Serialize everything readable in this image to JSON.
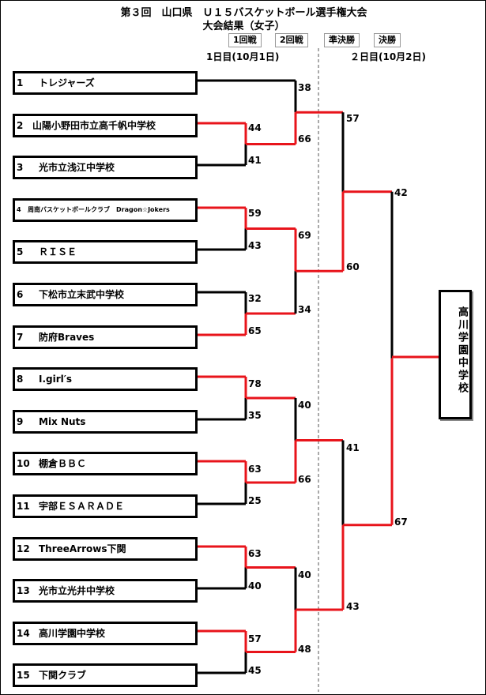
{
  "header": {
    "title": "第３回　山口県　Ｕ１５バスケットボール選手権大会",
    "subtitle": "大会結果（女子）"
  },
  "rounds": {
    "r1": "1回戦",
    "r2": "2回戦",
    "semi": "準決勝",
    "final": "決勝"
  },
  "days": {
    "day1": "1日目(10月1日)",
    "day2": "２日目(10月2日)"
  },
  "teams": [
    {
      "num": "1",
      "name": "トレジャーズ"
    },
    {
      "num": "2",
      "name": "山陽小野田市立高千帆中学校"
    },
    {
      "num": "3",
      "name": "光市立浅江中学校"
    },
    {
      "num": "4",
      "name": "周南バスケットボールクラブ　Dragon☆Jokers"
    },
    {
      "num": "5",
      "name": "ＲＩＳＥ"
    },
    {
      "num": "6",
      "name": "下松市立末武中学校"
    },
    {
      "num": "7",
      "name": "防府Braves"
    },
    {
      "num": "8",
      "name": "I.girl′s"
    },
    {
      "num": "9",
      "name": "Mix Nuts"
    },
    {
      "num": "10",
      "name": "棚倉ＢＢＣ"
    },
    {
      "num": "11",
      "name": "宇部ＥＳＡＲＡＤＥ"
    },
    {
      "num": "12",
      "name": "ThreeArrows下関"
    },
    {
      "num": "13",
      "name": "光市立光井中学校"
    },
    {
      "num": "14",
      "name": "高川学園中学校"
    },
    {
      "num": "15",
      "name": "下関クラブ"
    }
  ],
  "scores": {
    "r1": [
      "44",
      "41",
      "59",
      "43",
      "32",
      "65",
      "78",
      "35",
      "63",
      "25",
      "63",
      "40",
      "57",
      "45"
    ],
    "r2": [
      "38",
      "66",
      "69",
      "34",
      "40",
      "66",
      "40",
      "48"
    ],
    "semi": [
      "57",
      "60",
      "41",
      "43"
    ],
    "final": [
      "42",
      "67"
    ]
  },
  "champion": "高川学園中学校",
  "colors": {
    "winner_line": "#e8141b",
    "loser_line": "#000000",
    "divider": "#555555"
  }
}
